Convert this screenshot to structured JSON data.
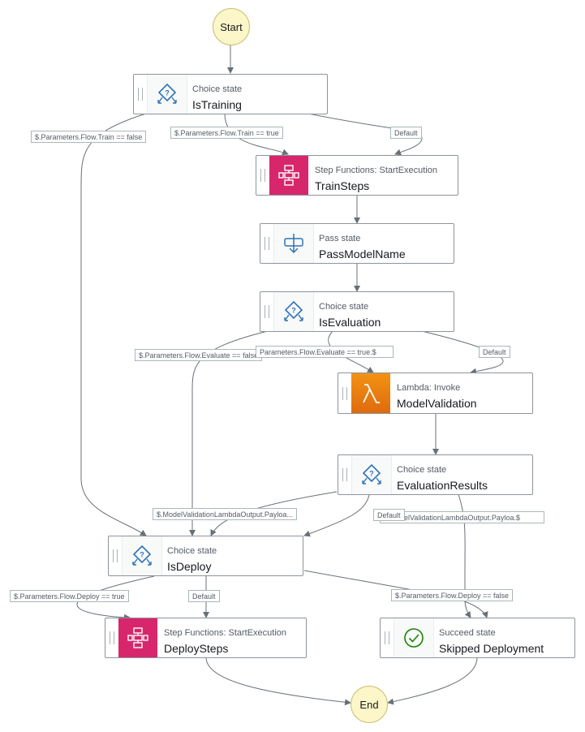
{
  "start": "Start",
  "end": "End",
  "nodes": {
    "is_training": {
      "type": "Choice state",
      "name": "IsTraining",
      "icon": "choice-icon"
    },
    "train_steps": {
      "type": "Step Functions: StartExecution",
      "name": "TrainSteps",
      "icon": "step-functions-icon"
    },
    "pass_model_name": {
      "type": "Pass state",
      "name": "PassModelName",
      "icon": "pass-icon"
    },
    "is_evaluation": {
      "type": "Choice state",
      "name": "IsEvaluation",
      "icon": "choice-icon"
    },
    "model_validation": {
      "type": "Lambda: Invoke",
      "name": "ModelValidation",
      "icon": "lambda-icon"
    },
    "evaluation_results": {
      "type": "Choice state",
      "name": "EvaluationResults",
      "icon": "choice-icon"
    },
    "is_deploy": {
      "type": "Choice state",
      "name": "IsDeploy",
      "icon": "choice-icon"
    },
    "deploy_steps": {
      "type": "Step Functions: StartExecution",
      "name": "DeploySteps",
      "icon": "step-functions-icon"
    },
    "skipped_deployment": {
      "type": "Succeed state",
      "name": "Skipped Deployment",
      "icon": "succeed-icon"
    }
  },
  "edge_labels": {
    "train_false": "$.Parameters.Flow.Train == false",
    "train_true": "$.Parameters.Flow.Train == true",
    "training_default": "Default",
    "evaluate_false": "$.Parameters.Flow.Evaluate == false",
    "evaluate_true": "$.Parameters.Flow.Evaluate == true",
    "evaluation_default": "Default",
    "validation_output_1": "$.ModelValidationLambdaOutput.Payloa...",
    "results_default": "Default",
    "validation_output_2": "$.ModelValidationLambdaOutput.Payloa...",
    "deploy_true": "$.Parameters.Flow.Deploy == true",
    "deploy_default": "Default",
    "deploy_false": "$.Parameters.Flow.Deploy == false"
  },
  "colors": {
    "terminal_fill": "#fdf6c8",
    "step_functions": "#d7266c",
    "lambda": "#f38b12",
    "choice_icon": "#2e73b8",
    "succeed_icon": "#1d8102",
    "edge": "#687078"
  }
}
